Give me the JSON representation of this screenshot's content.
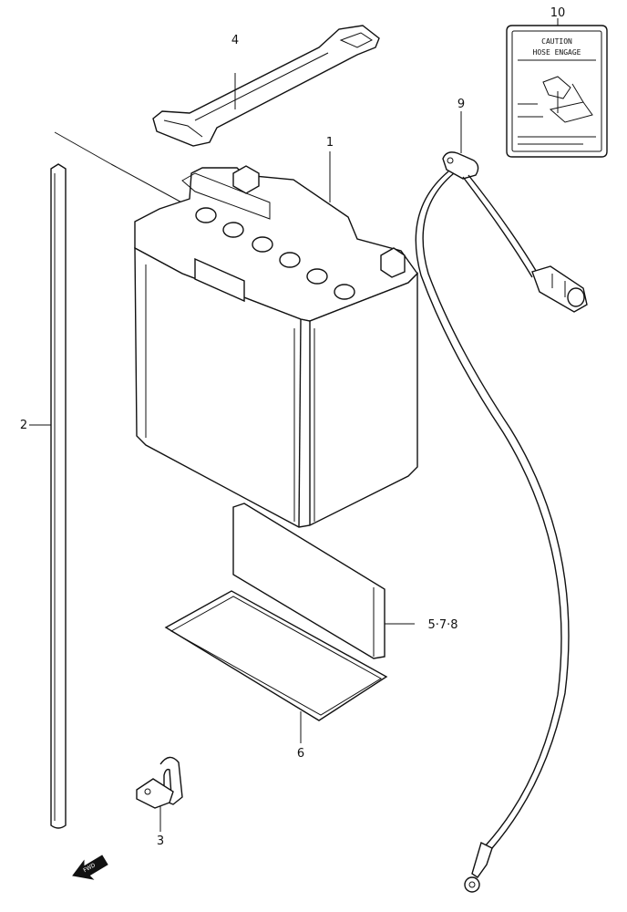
{
  "diagram": {
    "callouts": [
      {
        "id": "c1",
        "text": "1"
      },
      {
        "id": "c2",
        "text": "2"
      },
      {
        "id": "c3",
        "text": "3"
      },
      {
        "id": "c4",
        "text": "4"
      },
      {
        "id": "c578",
        "text": "5·7·8"
      },
      {
        "id": "c6",
        "text": "6"
      },
      {
        "id": "c9",
        "text": "9"
      },
      {
        "id": "c10",
        "text": "10"
      }
    ],
    "caution_label": {
      "title": "CAUTION",
      "subtitle": "HOSE ENGAGE"
    },
    "direction_arrow": {
      "text": "FWD"
    }
  }
}
